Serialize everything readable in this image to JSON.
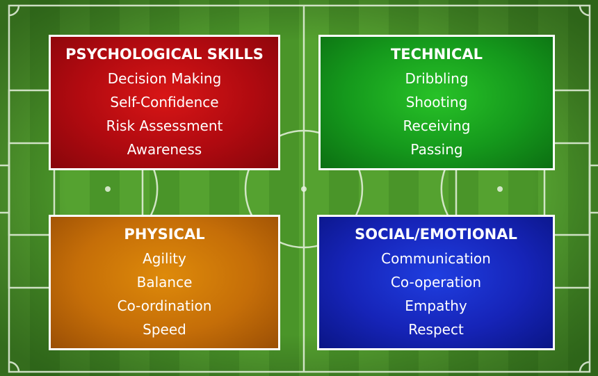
{
  "boxes": {
    "psychological": {
      "title": "PSYCHOLOGICAL SKILLS",
      "items": [
        "Decision Making",
        "Self-Confidence",
        "Risk Assessment",
        "Awareness"
      ],
      "color": "#b00a10"
    },
    "technical": {
      "title": "TECHNICAL",
      "items": [
        "Dribbling",
        "Shooting",
        "Receiving",
        "Passing"
      ],
      "color": "#15991c"
    },
    "physical": {
      "title": "PHYSICAL",
      "items": [
        "Agility",
        "Balance",
        "Co-ordination",
        "Speed"
      ],
      "color": "#c56e08"
    },
    "social": {
      "title": "SOCIAL/EMOTIONAL",
      "items": [
        "Communication",
        "Co-operation",
        "Empathy",
        "Respect"
      ],
      "color": "#1624b8"
    }
  },
  "background": {
    "pitch_color": "#4f9a2c",
    "line_color": "#e8f2e0"
  }
}
